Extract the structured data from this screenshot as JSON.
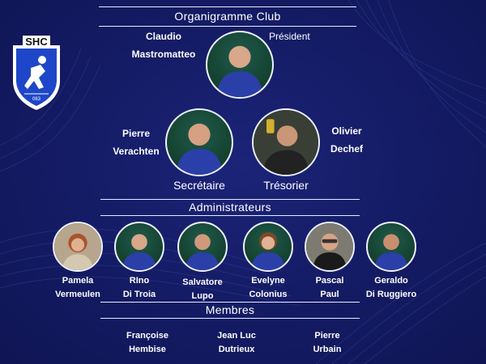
{
  "colors": {
    "background": "#141b63",
    "accent_blue": "#1e46c8",
    "rule": "#e8ecff"
  },
  "logo": {
    "text": "SHC"
  },
  "sections": {
    "organigramme": "Organigramme Club",
    "administrateurs": "Administrateurs",
    "membres": "Membres"
  },
  "president": {
    "first": "Claudio",
    "last": "Mastromatteo",
    "role": "Président"
  },
  "secretaire": {
    "first": "Pierre",
    "last": "Verachten",
    "role": "Secrétaire"
  },
  "tresorier": {
    "first": "Olivier",
    "last": "Dechef",
    "role": "Trésorier"
  },
  "administrators": [
    {
      "first": "Pamela",
      "last": "Vermeulen"
    },
    {
      "first": "RIno",
      "last": "Di Troia"
    },
    {
      "first": "Salvatore",
      "last": "Lupo"
    },
    {
      "first": "Evelyne",
      "last": "Colonius"
    },
    {
      "first": "Pascal",
      "last": "Paul"
    },
    {
      "first": "Geraldo",
      "last": "Di Ruggiero"
    }
  ],
  "members": [
    {
      "first": "Françoise",
      "last": "Hembise"
    },
    {
      "first": "Jean Luc",
      "last": "Dutrieux"
    },
    {
      "first": "Pierre",
      "last": "Urbain"
    }
  ]
}
